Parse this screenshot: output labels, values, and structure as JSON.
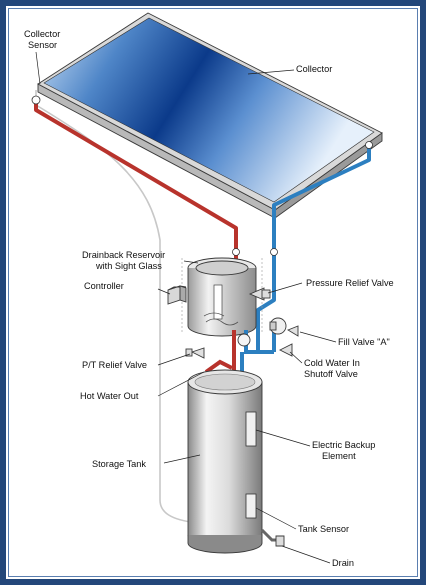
{
  "labels": {
    "collector_sensor_1": "Collector",
    "collector_sensor_2": "Sensor",
    "collector": "Collector",
    "drainback_1": "Drainback Reservoir",
    "drainback_2": "with Sight Glass",
    "controller": "Controller",
    "pressure_relief": "Pressure Relief Valve",
    "fill_valve": "Fill Valve \"A\"",
    "cold_water_1": "Cold Water In",
    "cold_water_2": "Shutoff Valve",
    "pt_relief": "P/T Relief Valve",
    "hot_water_out": "Hot Water Out",
    "storage_tank": "Storage Tank",
    "electric_backup_1": "Electric Backup",
    "electric_backup_2": "Element",
    "tank_sensor": "Tank Sensor",
    "drain": "Drain"
  },
  "colors": {
    "frame": "#23477a",
    "hot_pipe": "#b8332c",
    "cold_pipe": "#2c7fc0",
    "sensor_wire": "#c8c8c8"
  }
}
